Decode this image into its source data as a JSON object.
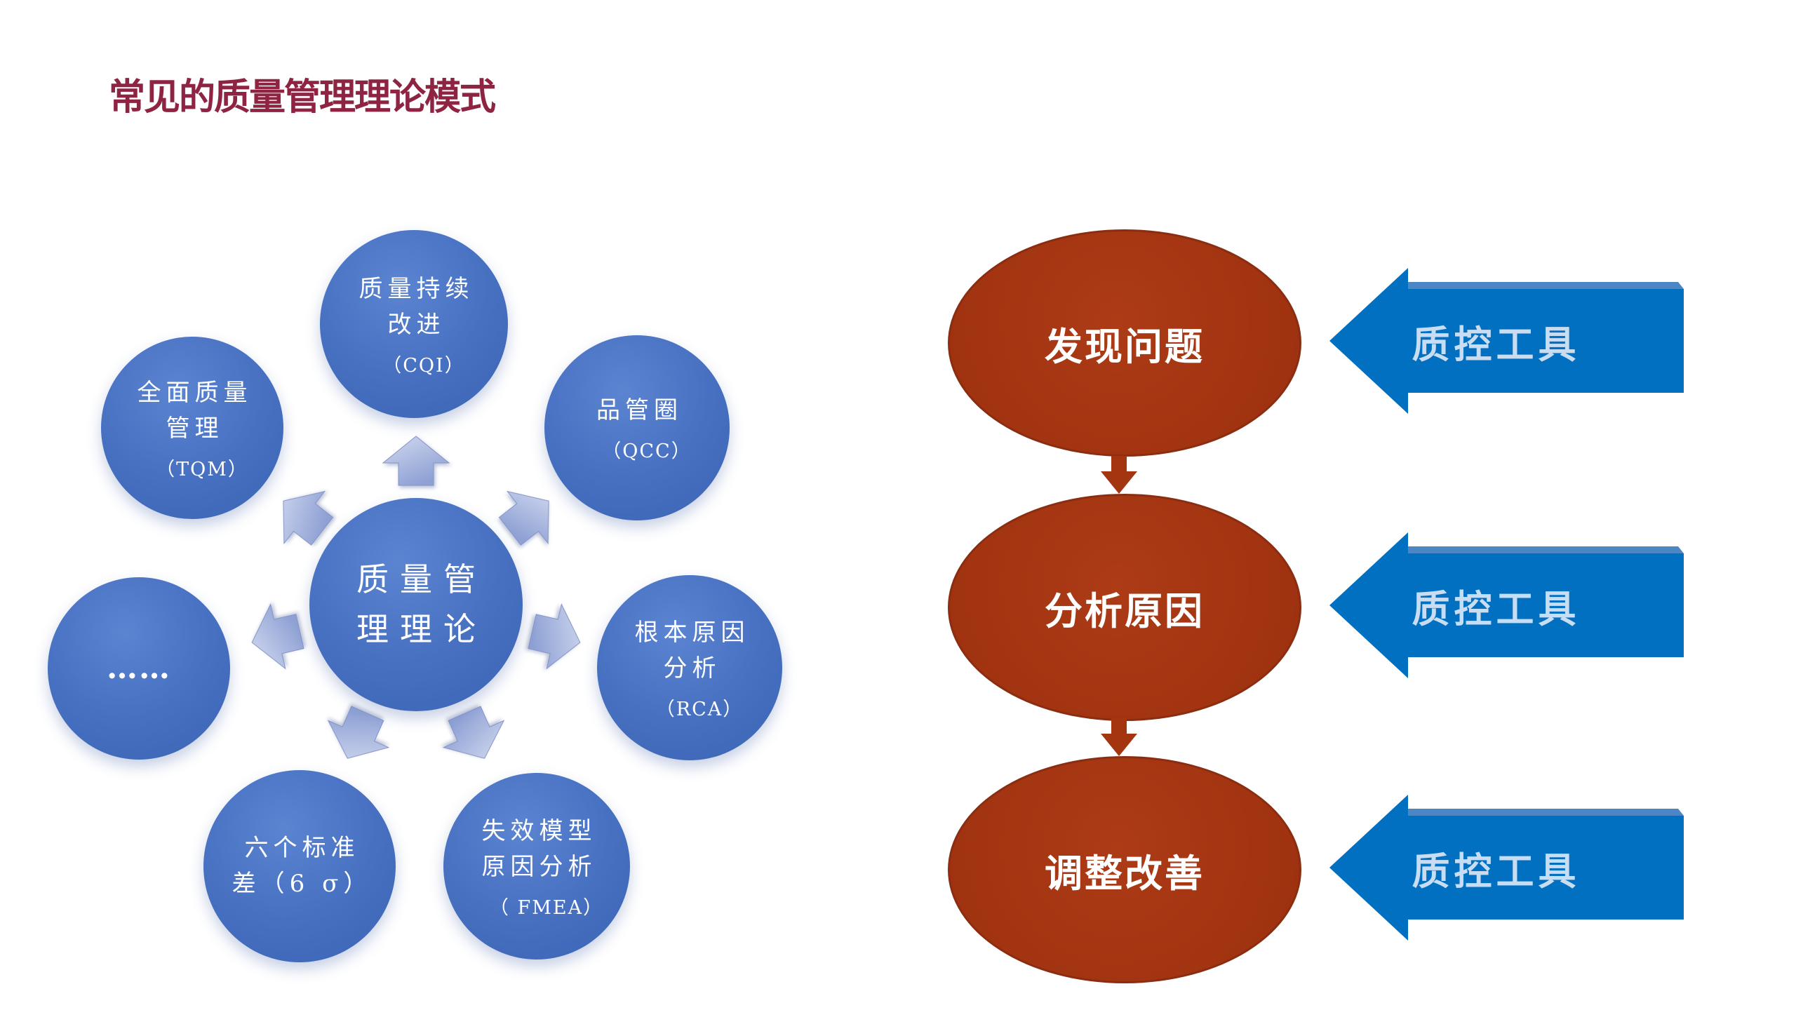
{
  "slide": {
    "title": "常见的质量管理理论模式"
  },
  "hub": {
    "center": {
      "line1": "质量管",
      "line2": "理理论"
    },
    "satellites": [
      {
        "name": "cqi",
        "line1": "质量持续",
        "line2": "改进",
        "abbr": "（CQI）"
      },
      {
        "name": "tqm",
        "line1": "全面质量",
        "line2": "管理",
        "abbr": "（TQM）"
      },
      {
        "name": "qcc",
        "line1": "品管圈",
        "abbr": "（QCC）"
      },
      {
        "name": "dots",
        "line1": "……"
      },
      {
        "name": "rca",
        "line1": "根本原因",
        "line2": "分析",
        "abbr": "（RCA）"
      },
      {
        "name": "six-sigma",
        "line1": "六个标准",
        "line2": "差（6 σ）"
      },
      {
        "name": "fmea",
        "line1": "失效模型",
        "line2": "原因分析",
        "abbr": "（ FMEA）"
      }
    ]
  },
  "flow": {
    "steps": [
      {
        "label": "发现问题",
        "tool": "质控工具"
      },
      {
        "label": "分析原因",
        "tool": "质控工具"
      },
      {
        "label": "调整改善",
        "tool": "质控工具"
      }
    ]
  },
  "colors": {
    "title": "#8E2442",
    "circle_blue": "#4470C4",
    "ellipse_red": "#A43512",
    "arrow_blue": "#0170C1",
    "tool_text": "#C9DDF2",
    "hub_arrow_light": "#D3DAF0",
    "hub_arrow_dark": "#8EA1D4",
    "connector_red": "#A33511"
  }
}
